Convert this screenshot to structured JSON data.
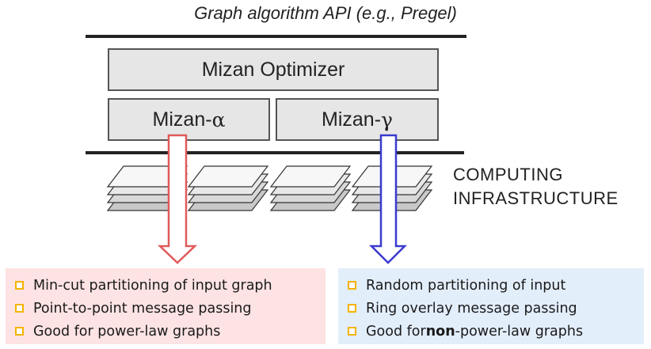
{
  "header": {
    "api_label": "Graph algorithm API (e.g., Pregel)"
  },
  "optimizer": {
    "label": "Mizan Optimizer"
  },
  "variants": {
    "alpha": {
      "prefix": "Mizan-",
      "symbol": "α"
    },
    "gamma": {
      "prefix": "Mizan-",
      "symbol": "γ"
    }
  },
  "infrastructure": {
    "line1": "COMPUTING",
    "line2": "INFRASTRUCTURE"
  },
  "alpha_panel": {
    "items": [
      "Min-cut partitioning of input graph",
      "Point-to-point message passing",
      "Good for power-law graphs"
    ]
  },
  "gamma_panel": {
    "items": [
      "Random partitioning of input",
      "Ring overlay message passing"
    ],
    "last_item": {
      "pre": "Good for ",
      "bold": "non",
      "post": "-power-law graphs"
    }
  },
  "colors": {
    "alpha_arrow": "#e05a5a",
    "gamma_arrow": "#3a3ad0",
    "alpha_panel_bg": "#fde3e3",
    "gamma_panel_bg": "#e3eefb",
    "bullet": "#f2b400"
  },
  "icons": {
    "layer_stack": "stacked-layers-icon",
    "bullet": "square-bullet-icon"
  }
}
